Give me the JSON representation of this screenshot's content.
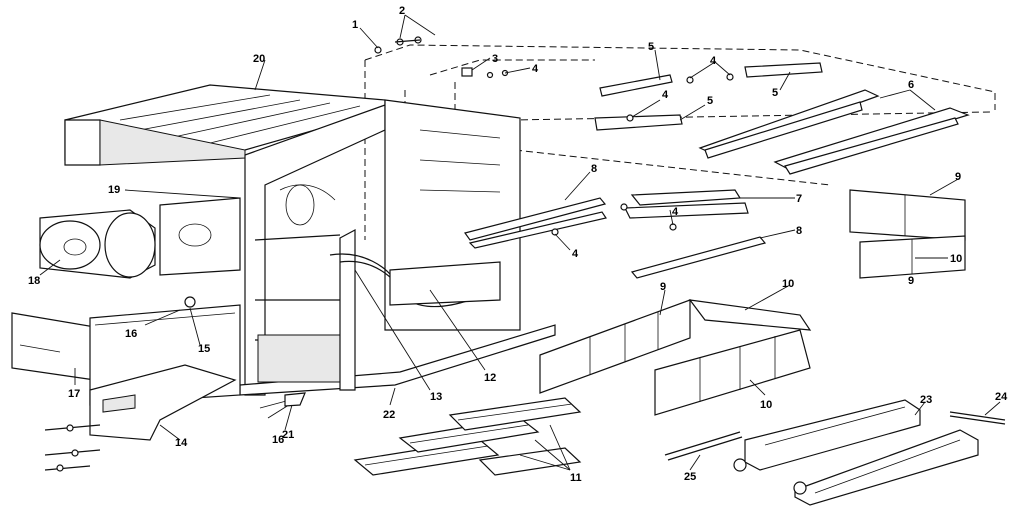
{
  "callouts": [
    {
      "id": "c1",
      "text": "1"
    },
    {
      "id": "c2",
      "text": "2"
    },
    {
      "id": "c3",
      "text": "3"
    },
    {
      "id": "c4a",
      "text": "4"
    },
    {
      "id": "c4b",
      "text": "4"
    },
    {
      "id": "c4c",
      "text": "4"
    },
    {
      "id": "c4d",
      "text": "4"
    },
    {
      "id": "c4e",
      "text": "4"
    },
    {
      "id": "c5a",
      "text": "5"
    },
    {
      "id": "c5b",
      "text": "5"
    },
    {
      "id": "c5c",
      "text": "5"
    },
    {
      "id": "c6",
      "text": "6"
    },
    {
      "id": "c7",
      "text": "7"
    },
    {
      "id": "c8a",
      "text": "8"
    },
    {
      "id": "c8b",
      "text": "8"
    },
    {
      "id": "c9a",
      "text": "9"
    },
    {
      "id": "c9b",
      "text": "9"
    },
    {
      "id": "c9c",
      "text": "9"
    },
    {
      "id": "c10a",
      "text": "10"
    },
    {
      "id": "c10b",
      "text": "10"
    },
    {
      "id": "c10c",
      "text": "10"
    },
    {
      "id": "c11",
      "text": "11"
    },
    {
      "id": "c12",
      "text": "12"
    },
    {
      "id": "c13",
      "text": "13"
    },
    {
      "id": "c14",
      "text": "14"
    },
    {
      "id": "c15",
      "text": "15"
    },
    {
      "id": "c16a",
      "text": "16"
    },
    {
      "id": "c16b",
      "text": "16"
    },
    {
      "id": "c17",
      "text": "17"
    },
    {
      "id": "c18",
      "text": "18"
    },
    {
      "id": "c19",
      "text": "19"
    },
    {
      "id": "c20",
      "text": "20"
    },
    {
      "id": "c21",
      "text": "21"
    },
    {
      "id": "c22",
      "text": "22"
    },
    {
      "id": "c23",
      "text": "23"
    },
    {
      "id": "c24",
      "text": "24"
    },
    {
      "id": "c25",
      "text": "25"
    }
  ]
}
